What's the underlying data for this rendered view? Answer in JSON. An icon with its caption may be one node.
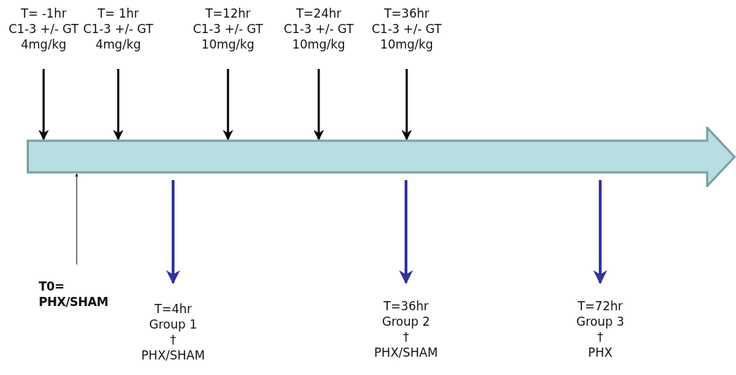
{
  "diagram": {
    "nodes": [
      {
        "text": [
          "T= -1hr",
          "C1-3 +/- GT",
          "4mg/kg"
        ]
      },
      {
        "text": [
          "T= 1hr",
          "C1-3 +/- GT",
          "4mg/kg"
        ]
      },
      {
        "text": [
          "T=12hr",
          "C1-3 +/- GT",
          "10mg/kg"
        ]
      },
      {
        "text": [
          "T=24hr",
          "C1-3 +/- GT",
          "10mg/kg"
        ]
      },
      {
        "text": [
          "T=36hr",
          "C1-3 +/- GT",
          "10mg/kg"
        ]
      },
      {
        "text": [],
        "shape": "arrow"
      },
      {
        "text": [
          "T0=",
          "PHX/SHAM"
        ]
      },
      {
        "text": [
          "T=4hr",
          "Group 1",
          "†",
          "PHX/SHAM"
        ]
      },
      {
        "text": [
          "T=36hr",
          "Group 2",
          "†",
          "PHX/SHAM"
        ]
      },
      {
        "text": [
          "T=72hr",
          "Group 3",
          "†",
          "PHX"
        ]
      }
    ],
    "edges": [
      {
        "from": 0,
        "to": 5,
        "arrow": "to"
      },
      {
        "from": 1,
        "to": 5,
        "arrow": "to"
      },
      {
        "from": 2,
        "to": 5,
        "arrow": "to"
      },
      {
        "from": 3,
        "to": 5,
        "arrow": "to"
      },
      {
        "from": 4,
        "to": 5,
        "arrow": "to"
      },
      {
        "from": 6,
        "to": 5,
        "arrow": "to"
      },
      {
        "from": 5,
        "to": 7,
        "arrow": "to",
        "color": "#33339a"
      },
      {
        "from": 5,
        "to": 8,
        "arrow": "to",
        "color": "#33339a"
      },
      {
        "from": 5,
        "to": 9,
        "arrow": "to",
        "color": "#33339a"
      }
    ]
  }
}
